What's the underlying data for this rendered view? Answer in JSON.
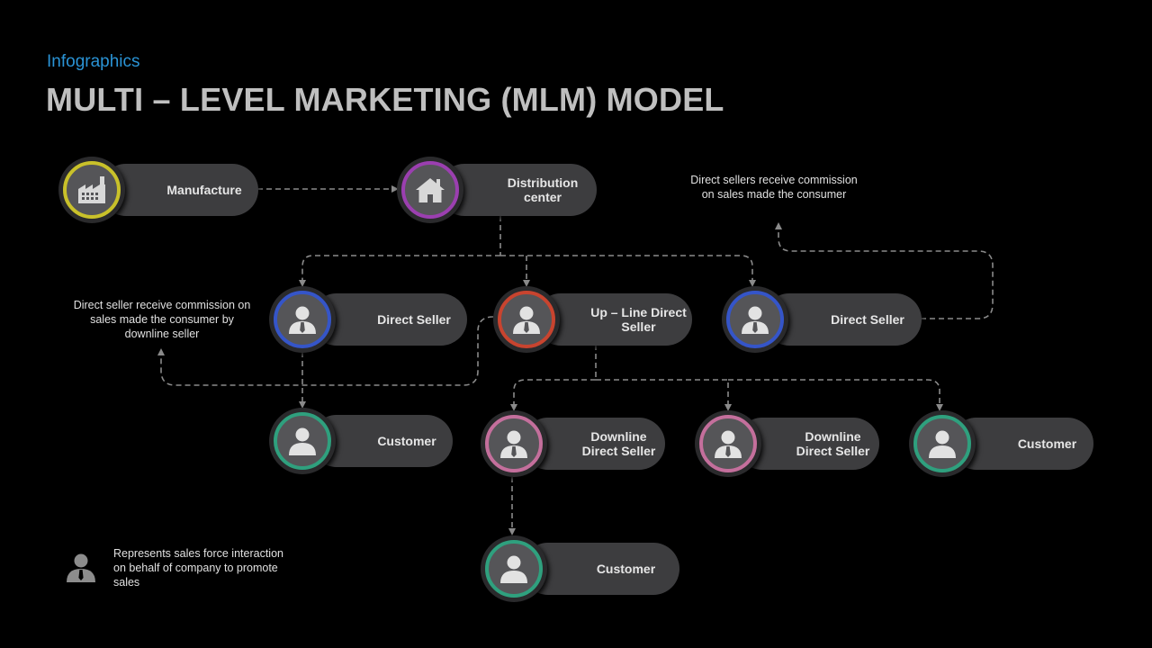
{
  "header": {
    "subtitle": "Infographics",
    "title": "MULTI – LEVEL MARKETING (MLM) MODEL"
  },
  "colors": {
    "accent_blue": "#2a93d5",
    "ring_yellow": "#c9c12a",
    "ring_purple": "#9b3fb0",
    "ring_blue": "#3555c8",
    "ring_red": "#c8442f",
    "ring_teal": "#2fa07e",
    "ring_pink": "#c46f9c",
    "pill": "#3d3d3f"
  },
  "nodes": {
    "manufacture": {
      "label": "Manufacture",
      "icon": "factory-icon"
    },
    "distribution": {
      "label": "Distribution center",
      "icon": "house-icon"
    },
    "direct_seller_left": {
      "label": "Direct Seller",
      "icon": "person-icon"
    },
    "upline": {
      "label": "Up – Line Direct Seller",
      "icon": "person-icon"
    },
    "direct_seller_right": {
      "label": "Direct Seller",
      "icon": "person-icon"
    },
    "customer_left": {
      "label": "Customer",
      "icon": "person-icon"
    },
    "downline_1": {
      "label": "Downline Direct Seller",
      "icon": "person-icon"
    },
    "downline_2": {
      "label": "Downline Direct Seller",
      "icon": "person-icon"
    },
    "customer_right": {
      "label": "Customer",
      "icon": "person-icon"
    },
    "customer_bottom": {
      "label": "Customer",
      "icon": "person-icon"
    }
  },
  "notes": {
    "left": "Direct seller receive commission on sales made the consumer by downline seller",
    "right": "Direct sellers receive commission on sales made the consumer"
  },
  "legend": {
    "icon": "person-icon",
    "text": "Represents sales force interaction on behalf of company to promote sales"
  }
}
